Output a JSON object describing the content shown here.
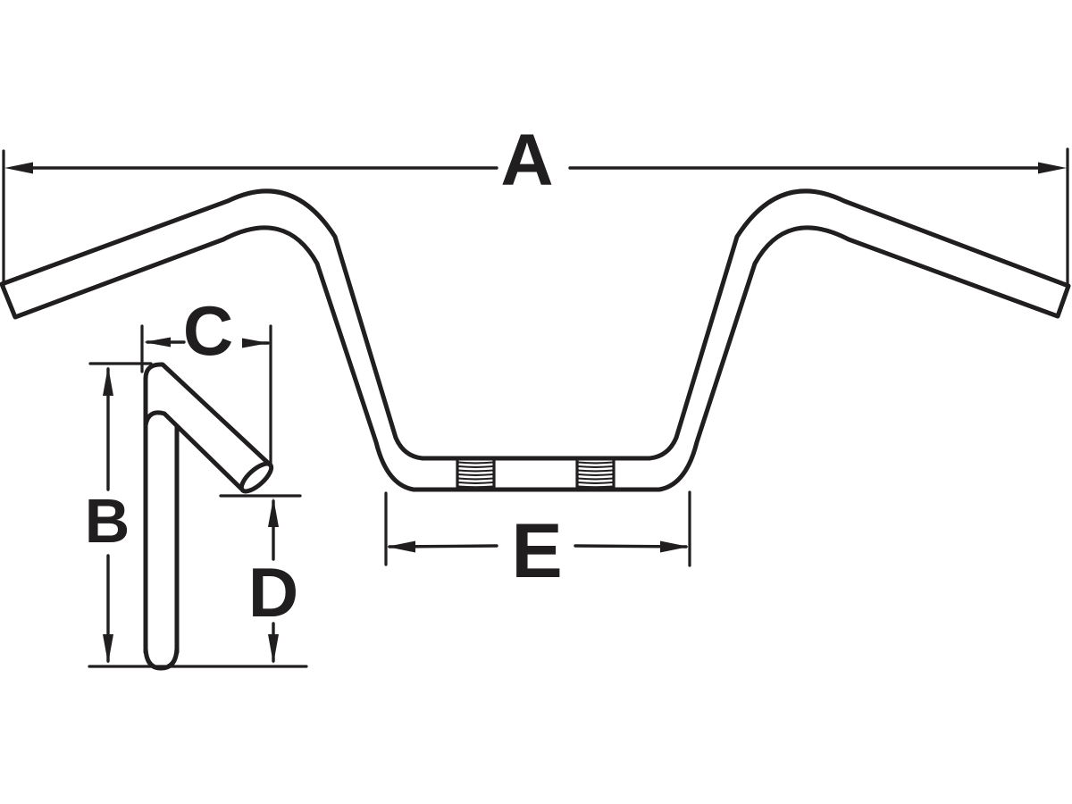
{
  "page": {
    "background_color": "#ffffff",
    "ink_color": "#211e1f"
  },
  "drawing": {
    "dimension_labels": {
      "a": "A",
      "b": "B",
      "c": "C",
      "d": "D",
      "e": "E"
    }
  }
}
